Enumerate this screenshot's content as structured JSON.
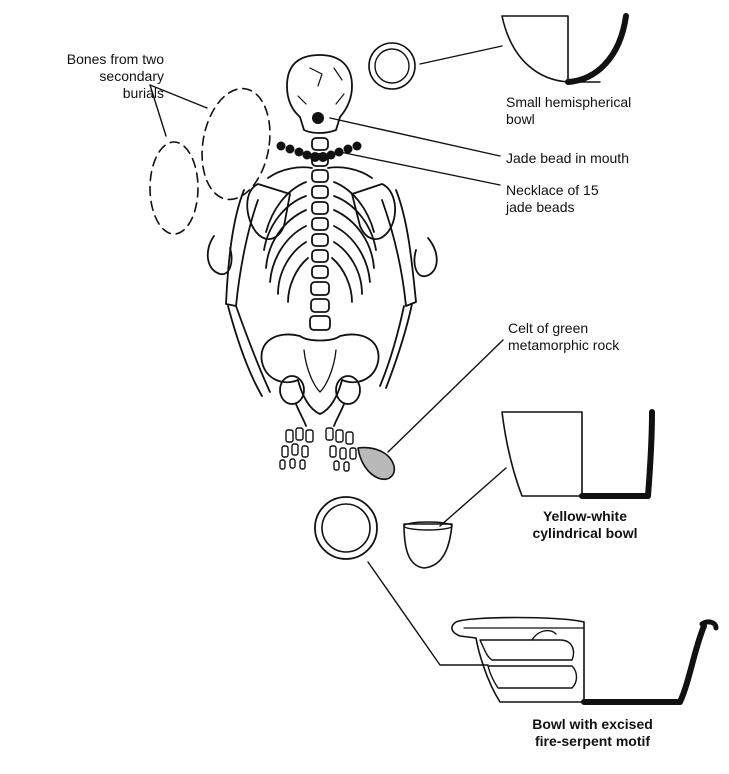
{
  "labels": {
    "secondary_burials": [
      "Bones from two",
      "secondary",
      "burials"
    ],
    "hemispherical_bowl": [
      "Small hemispherical",
      "bowl"
    ],
    "jade_bead_mouth": [
      "Jade bead in mouth"
    ],
    "necklace": [
      "Necklace of 15",
      "jade beads"
    ],
    "celt": [
      "Celt of green",
      "metamorphic rock"
    ],
    "cylindrical_bowl": [
      "Yellow-white",
      "cylindrical bowl"
    ],
    "fire_serpent_bowl": [
      "Bowl with excised",
      "fire-serpent motif"
    ]
  },
  "colors": {
    "ink": "#111111",
    "paper": "#ffffff",
    "celt_fill": "#b9b9b9"
  },
  "icons": {
    "skeleton": "skeleton-illustration",
    "bowl_top": "ring-icon",
    "bead": "filled-circle-icon"
  }
}
